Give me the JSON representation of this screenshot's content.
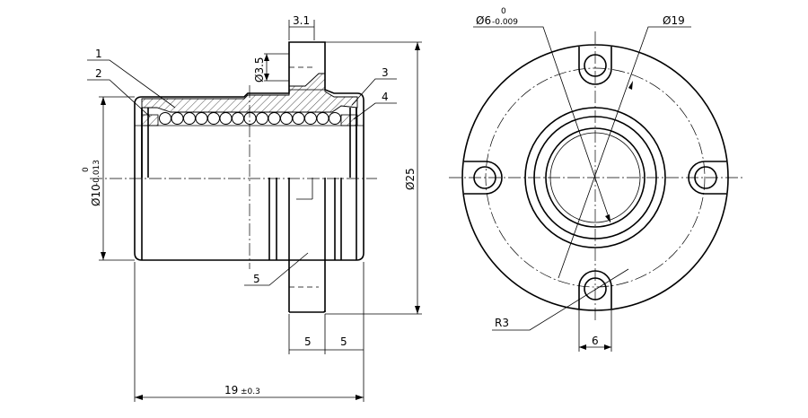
{
  "drawing": {
    "side_view": {
      "balloons": [
        "1",
        "2",
        "3",
        "4",
        "5"
      ],
      "dims": {
        "lug_width": "3.1",
        "lug_hole": "Ø3.5",
        "flange_dia": "Ø25",
        "bore_dia": "Ø10",
        "bore_tol_upper": "0",
        "bore_tol_lower": "-0.013",
        "groove_a": "5",
        "groove_b": "5",
        "length": "19",
        "length_tol": "±0.3"
      }
    },
    "front_view": {
      "dims": {
        "shaft_dia": "Ø6",
        "shaft_tol_upper": "0",
        "shaft_tol_lower": "-0.009",
        "pcd": "Ø19",
        "radius": "R3",
        "slot_width": "6"
      }
    }
  }
}
